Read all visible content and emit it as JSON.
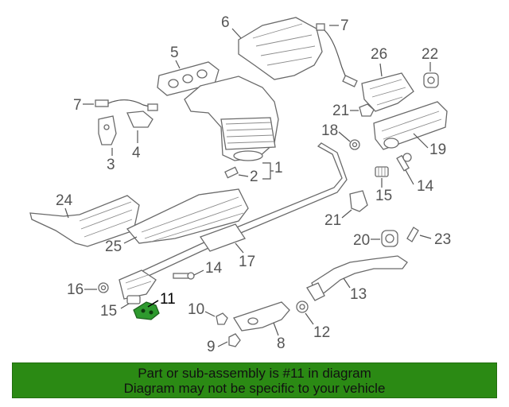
{
  "callouts": [
    {
      "id": "c6",
      "text": "6"
    },
    {
      "id": "c7a",
      "text": "7"
    },
    {
      "id": "c5",
      "text": "5"
    },
    {
      "id": "c26",
      "text": "26"
    },
    {
      "id": "c22",
      "text": "22"
    },
    {
      "id": "c7b",
      "text": "7"
    },
    {
      "id": "c21a",
      "text": "21"
    },
    {
      "id": "c18",
      "text": "18"
    },
    {
      "id": "c19",
      "text": "19"
    },
    {
      "id": "c4",
      "text": "4"
    },
    {
      "id": "c3",
      "text": "3"
    },
    {
      "id": "c1",
      "text": "1"
    },
    {
      "id": "c2",
      "text": "2"
    },
    {
      "id": "c15a",
      "text": "15"
    },
    {
      "id": "c14a",
      "text": "14"
    },
    {
      "id": "c24",
      "text": "24"
    },
    {
      "id": "c21b",
      "text": "21"
    },
    {
      "id": "c25",
      "text": "25"
    },
    {
      "id": "c20",
      "text": "20"
    },
    {
      "id": "c23",
      "text": "23"
    },
    {
      "id": "c17",
      "text": "17"
    },
    {
      "id": "c14b",
      "text": "14"
    },
    {
      "id": "c16",
      "text": "16"
    },
    {
      "id": "c13",
      "text": "13"
    },
    {
      "id": "c11",
      "text": "11"
    },
    {
      "id": "c15b",
      "text": "15"
    },
    {
      "id": "c10",
      "text": "10"
    },
    {
      "id": "c12",
      "text": "12"
    },
    {
      "id": "c8",
      "text": "8"
    },
    {
      "id": "c9",
      "text": "9"
    }
  ],
  "highlighted_part": "11",
  "banner": {
    "line1": "Part or sub-assembly is #11 in diagram",
    "line2": "Diagram may not be specific to your vehicle"
  },
  "colors": {
    "banner_bg": "#2b8a14",
    "highlight": "#2e9a2e",
    "line": "#6a6a6a"
  }
}
